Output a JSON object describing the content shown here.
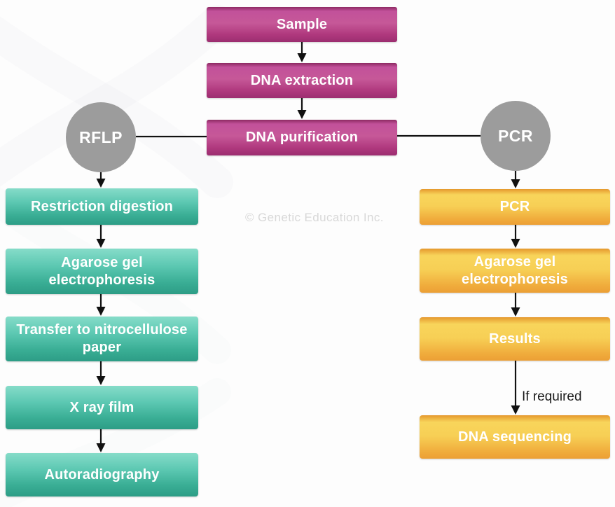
{
  "watermark": "© Genetic Education Inc.",
  "edge_label": "If required",
  "flow": {
    "center": [
      {
        "label": "Sample"
      },
      {
        "label": "DNA extraction"
      },
      {
        "label": "DNA purification"
      }
    ],
    "branches": [
      {
        "label": "RFLP"
      },
      {
        "label": "PCR"
      }
    ],
    "rflp": [
      {
        "label": "Restriction digestion"
      },
      {
        "label": "Agarose gel electrophoresis"
      },
      {
        "label": "Transfer to nitrocellulose paper"
      },
      {
        "label": "X ray film"
      },
      {
        "label": "Autoradiography"
      }
    ],
    "pcr": [
      {
        "label": "PCR"
      },
      {
        "label": "Agarose gel electrophoresis"
      },
      {
        "label": "Results"
      },
      {
        "label": "DNA sequencing"
      }
    ]
  },
  "colors": {
    "magenta": "#b43a80",
    "teal": "#3cb39a",
    "yellow": "#f3bc45",
    "branch_circle_gray": "#9c9c9c",
    "arrow_black": "#111111",
    "watermark_gray": "#d8d8d8"
  }
}
